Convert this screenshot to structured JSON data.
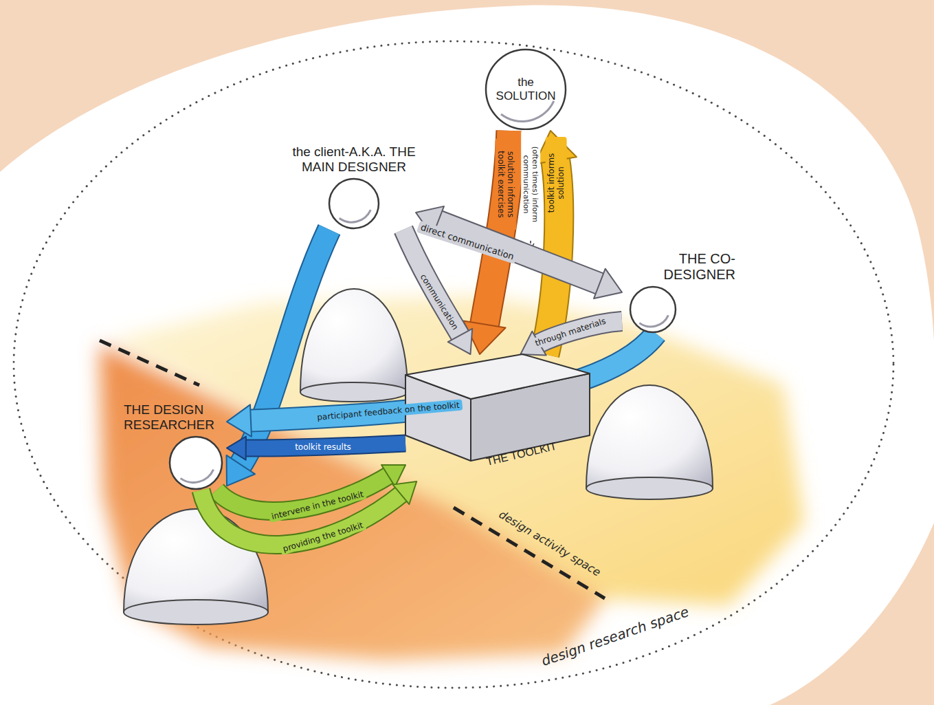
{
  "diagram": {
    "nodes": [
      {
        "text": [
          "the SOLUTION"
        ]
      },
      {
        "text": [
          "the client-A.K.A. THE MAIN DESIGNER"
        ]
      },
      {
        "text": [
          "THE CO-DESIGNER"
        ]
      },
      {
        "text": [
          "THE TOOLKIT"
        ]
      },
      {
        "text": [
          "THE DESIGN RESEARCHER"
        ]
      }
    ],
    "edges": [
      {
        "from": 0,
        "to": 3,
        "label": "solution informs toolkit exercises",
        "arrow": "to"
      },
      {
        "from": 3,
        "to": 0,
        "label": "toolkit informs solution",
        "arrow": "to"
      },
      {
        "from": 1,
        "to": 2,
        "label": "direct communication",
        "arrow": "both"
      },
      {
        "from": 1,
        "to": 3,
        "label": "communication",
        "arrow": "to"
      },
      {
        "from": 2,
        "to": 3,
        "label": "through materials",
        "arrow": "to"
      },
      {
        "from": 1,
        "to": 4,
        "arrow": "to"
      },
      {
        "from": 2,
        "to": 4,
        "label": "participant feedback on the toolkit",
        "arrow": "to"
      },
      {
        "from": 3,
        "to": 4,
        "label": "toolkit results",
        "arrow": "to"
      },
      {
        "from": 4,
        "to": 3,
        "label": "intervene in the toolkit",
        "arrow": "to"
      },
      {
        "from": 4,
        "to": 3,
        "label": "providing the toolkit",
        "arrow": "to"
      }
    ],
    "labels": [
      "(often times) inform communication",
      "design activity space",
      "design research space"
    ]
  }
}
